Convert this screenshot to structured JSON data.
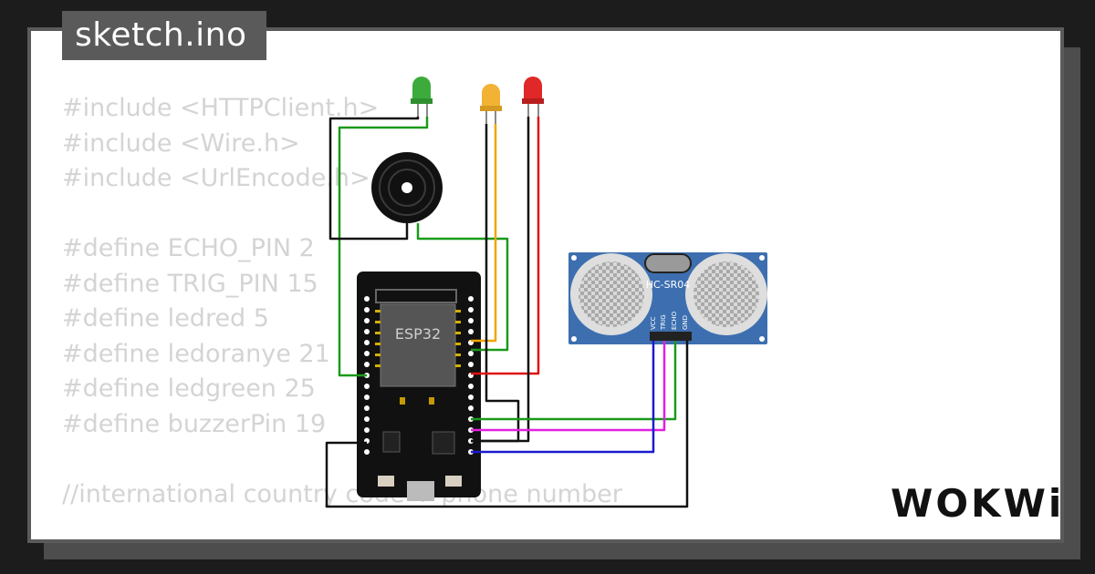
{
  "window": {
    "title": "sketch.ino"
  },
  "code_lines": [
    "#include <HTTPClient.h>",
    "#include <Wire.h>",
    "#include <UrlEncode.h>",
    "",
    "#define ECHO_PIN 2",
    "#define TRIG_PIN 15",
    "#define ledred 5",
    "#define ledoranye 21",
    "#define ledgreen 25",
    "#define buzzerPin 19",
    "",
    "//international country code + phone number"
  ],
  "board": {
    "label": "ESP32"
  },
  "sensor": {
    "label": "HC-SR04",
    "pins": [
      "VCC",
      "TRIG",
      "ECHO",
      "GND"
    ]
  },
  "brand": {
    "name": "WOKWi"
  },
  "colors": {
    "led_green": "#3cab3c",
    "led_orange": "#f2b233",
    "led_red": "#e02828",
    "wire_green": "#1a9a1a",
    "wire_orange": "#f0a500",
    "wire_red": "#e01010",
    "wire_purple": "#e020e0",
    "wire_blue": "#1a1ad0",
    "wire_black": "#111111",
    "sensor_body": "#3d6fb0"
  },
  "icons": {
    "buzzer": "buzzer-icon",
    "led": "led-icon",
    "logo": "wokwi-logo"
  }
}
